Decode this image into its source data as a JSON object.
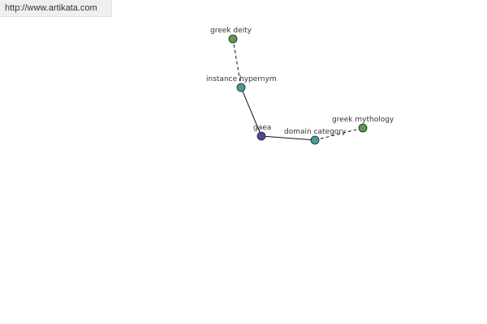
{
  "source_url": "http://www.artikata.com",
  "graph": {
    "nodes": [
      {
        "id": "greek-deity",
        "label": "greek deity",
        "color": "#5a9a4e"
      },
      {
        "id": "instance-hypernym",
        "label": "instance hypernym",
        "color": "#4a9a96"
      },
      {
        "id": "gaea",
        "label": "gaea",
        "color": "#4a4a9a"
      },
      {
        "id": "domain-category",
        "label": "domain category",
        "color": "#4a9a96"
      },
      {
        "id": "greek-mythology",
        "label": "greek mythology",
        "color": "#5a9a4e"
      }
    ],
    "edges": [
      {
        "from": "greek-deity",
        "to": "instance-hypernym",
        "style": "dashed"
      },
      {
        "from": "instance-hypernym",
        "to": "gaea",
        "style": "solid"
      },
      {
        "from": "gaea",
        "to": "domain-category",
        "style": "solid"
      },
      {
        "from": "domain-category",
        "to": "greek-mythology",
        "style": "dashed"
      }
    ]
  }
}
